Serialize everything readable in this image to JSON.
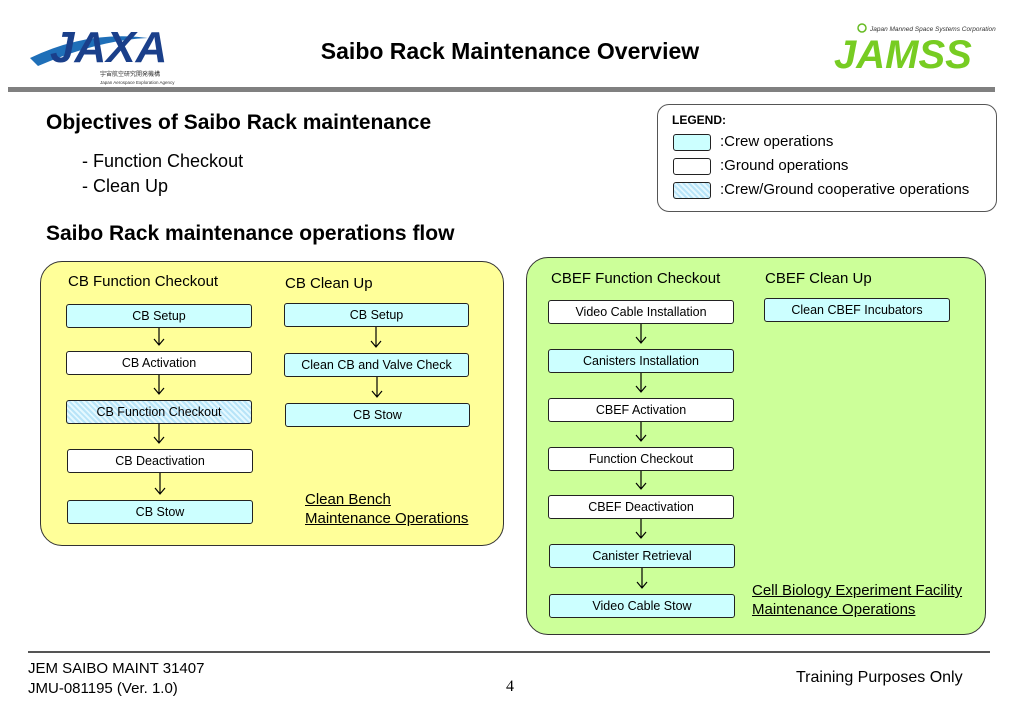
{
  "header": {
    "title": "Saibo Rack Maintenance Overview",
    "jaxa_logo_text": "JAXA",
    "jaxa_subtext": "宇宙航空研究開発機構",
    "jaxa_subtext_en": "Japan Aerospace Exploration Agency",
    "jamss_caption": "Japan Manned Space Systems Corporation",
    "jamss_logo_text": "JAMSS"
  },
  "objectives": {
    "heading": "Objectives of Saibo Rack maintenance",
    "items": [
      "- Function Checkout",
      "- Clean Up"
    ]
  },
  "flow_heading": "Saibo Rack maintenance operations flow",
  "legend": {
    "title": "LEGEND:",
    "items": [
      {
        "label": ":Crew operations",
        "style": "crew"
      },
      {
        "label": ":Ground operations",
        "style": "ground"
      },
      {
        "label": ":Crew/Ground cooperative operations",
        "style": "coop"
      }
    ]
  },
  "colors": {
    "crew": "#ccffff",
    "ground": "#ffffff",
    "cb_panel": "#ffff99",
    "cbef_panel": "#ccff99",
    "link": "#000080"
  },
  "cb_panel": {
    "columns": [
      {
        "title": "CB Function Checkout",
        "steps": [
          {
            "label": "CB Setup",
            "style": "crew"
          },
          {
            "label": "CB Activation",
            "style": "ground"
          },
          {
            "label": "CB Function Checkout",
            "style": "coop"
          },
          {
            "label": "CB Deactivation",
            "style": "ground"
          },
          {
            "label": "CB Stow",
            "style": "crew"
          }
        ]
      },
      {
        "title": "CB Clean Up",
        "steps": [
          {
            "label": "CB Setup",
            "style": "crew"
          },
          {
            "label": "Clean CB and Valve Check",
            "style": "crew"
          },
          {
            "label": "CB Stow",
            "style": "crew"
          }
        ]
      }
    ],
    "link_lines": [
      "Clean Bench",
      "Maintenance Operations"
    ]
  },
  "cbef_panel": {
    "columns": [
      {
        "title": "CBEF Function Checkout",
        "steps": [
          {
            "label": "Video Cable Installation",
            "style": "ground"
          },
          {
            "label": "Canisters Installation",
            "style": "crew"
          },
          {
            "label": "CBEF Activation",
            "style": "ground"
          },
          {
            "label": "Function Checkout",
            "style": "ground"
          },
          {
            "label": "CBEF Deactivation",
            "style": "ground"
          },
          {
            "label": "Canister Retrieval",
            "style": "crew"
          },
          {
            "label": "Video Cable Stow",
            "style": "crew"
          }
        ]
      },
      {
        "title": "CBEF Clean Up",
        "steps": [
          {
            "label": "Clean CBEF Incubators",
            "style": "crew"
          }
        ]
      }
    ],
    "link_lines": [
      "Cell Biology Experiment Facility",
      "Maintenance Operations"
    ]
  },
  "footer": {
    "doc_id": "JEM SAIBO MAINT 31407",
    "doc_number": "JMU-081195 (Ver. 1.0)",
    "page": "4",
    "note": "Training Purposes Only"
  }
}
